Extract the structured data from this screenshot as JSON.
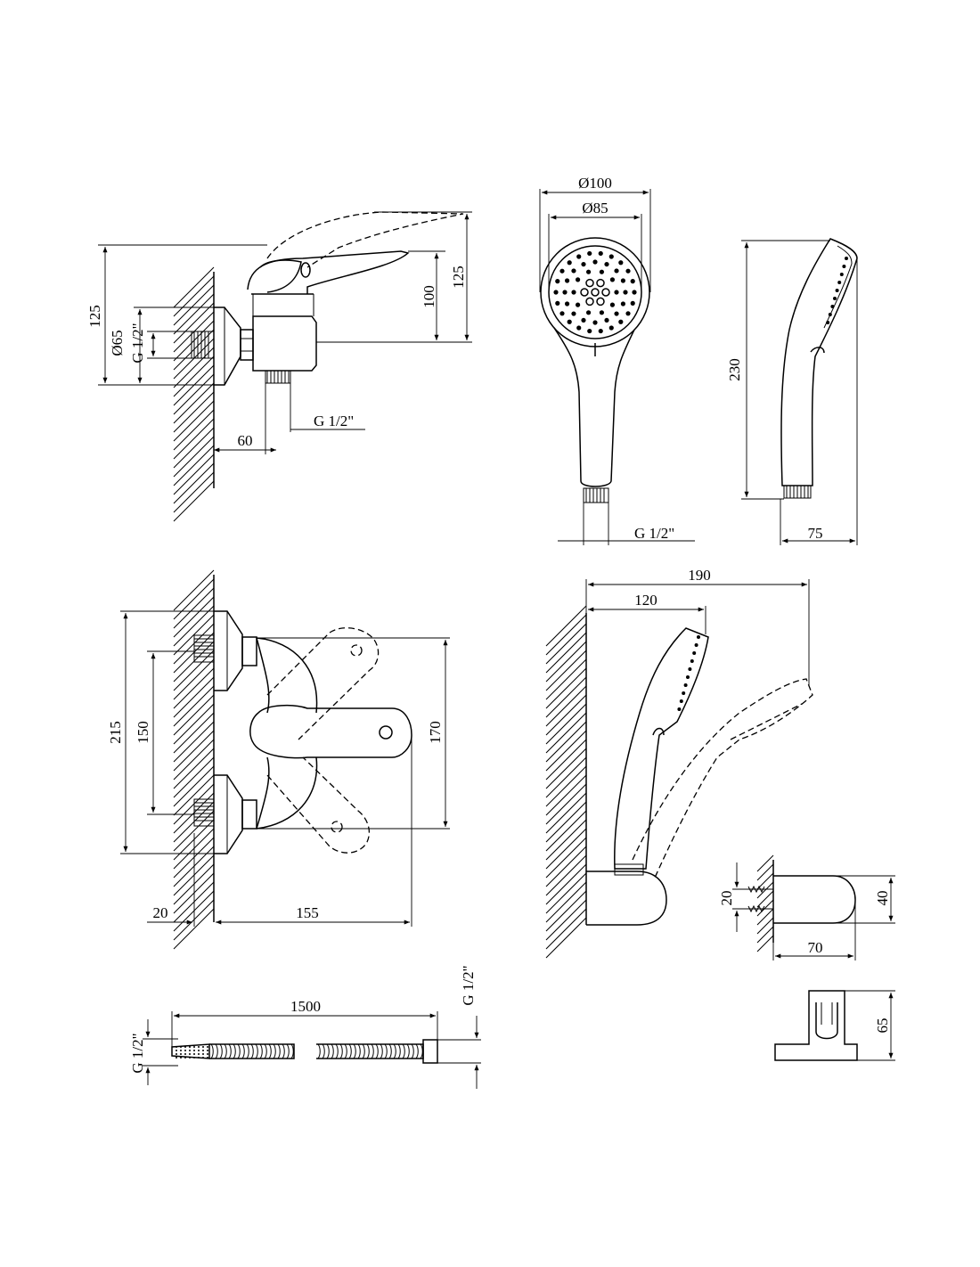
{
  "mixer_side": {
    "dim_height_left": "125",
    "dim_height_right_outer": "125",
    "dim_height_right_inner": "100",
    "dim_flange": "Ø65",
    "dim_wall_thread": "G 1/2\"",
    "dim_outlet_thread": "G 1/2\"",
    "dim_outlet_offset": "60"
  },
  "shower_head_front": {
    "dim_outer_diameter": "Ø100",
    "dim_inner_diameter": "Ø85",
    "dim_thread": "G 1/2\""
  },
  "shower_head_side": {
    "dim_length": "230",
    "dim_depth": "75"
  },
  "mixer_front": {
    "dim_overall_height": "215",
    "dim_inlet_spacing": "150",
    "dim_lever_height": "170",
    "dim_wall_offset": "20",
    "dim_projection": "155"
  },
  "holder_assembly": {
    "dim_total_reach": "190",
    "dim_head_reach": "120"
  },
  "wall_holder": {
    "dim_screw_spacing": "20",
    "dim_height": "40",
    "dim_depth": "70",
    "dim_front_height": "65"
  },
  "hose": {
    "dim_length": "1500",
    "dim_left_thread": "G 1/2\"",
    "dim_right_thread": "G 1/2\""
  }
}
